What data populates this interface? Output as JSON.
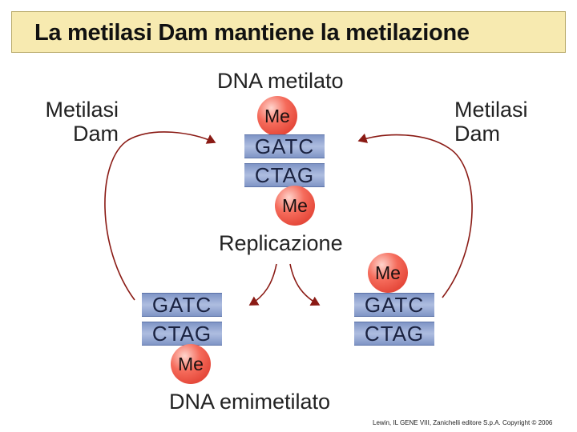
{
  "title": "La metilasi Dam mantiene la metilazione",
  "labels": {
    "methylated_dna": "DNA metilato",
    "enzyme_left_line1": "Metilasi",
    "enzyme_left_line2": "Dam",
    "enzyme_right_line1": "Metilasi",
    "enzyme_right_line2": "Dam",
    "replication": "Replicazione",
    "hemimethylated_dna": "DNA emimetilato"
  },
  "dna": {
    "top_center": {
      "strand1": "GATC",
      "strand2": "CTAG"
    },
    "bottom_left": {
      "strand1": "GATC",
      "strand2": "CTAG"
    },
    "bottom_right": {
      "strand1": "GATC",
      "strand2": "CTAG"
    }
  },
  "methyl_label": "Me",
  "credit": "Lewin, IL GENE VIII, Zanichelli editore S.p.A. Copyright © 2006",
  "colors": {
    "title_bg": "#f7eab0",
    "strand": "#9aaad6",
    "methyl": "#e8463a",
    "arrow": "#8a1a14"
  }
}
